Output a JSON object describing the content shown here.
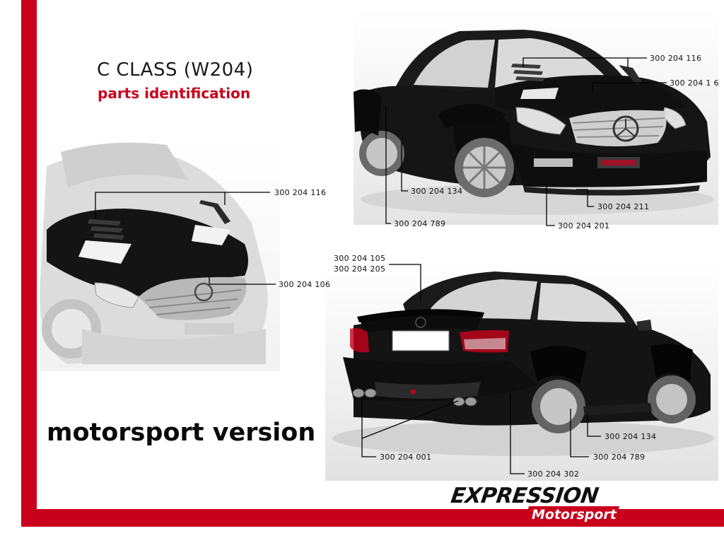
{
  "title": "C CLASS (W204)",
  "subtitle": "parts identification",
  "version": "motorsport version",
  "brand": {
    "main": "EXPRESSION",
    "sub": "Motorsport"
  },
  "colors": {
    "accent": "#c8001c",
    "car": "#141414",
    "text": "#111111"
  },
  "labels": {
    "left_vents": "300 204 116",
    "left_hood": "300 204 106",
    "tr_vents": "300 204 116",
    "tr_hood": "300 204 1  6",
    "tr_sideskirt": "300 204 134",
    "tr_fender": "300 204 789",
    "tr_lip": "300 204 211",
    "tr_bumper": "300 204 201",
    "br_spoiler_1": "300 204 105",
    "br_spoiler_2": "300 204 205",
    "br_sideskirt": "300 204 134",
    "br_fender": "300 204 789",
    "br_exhaust": "300 204 001",
    "br_bumper": "300 204 302"
  }
}
